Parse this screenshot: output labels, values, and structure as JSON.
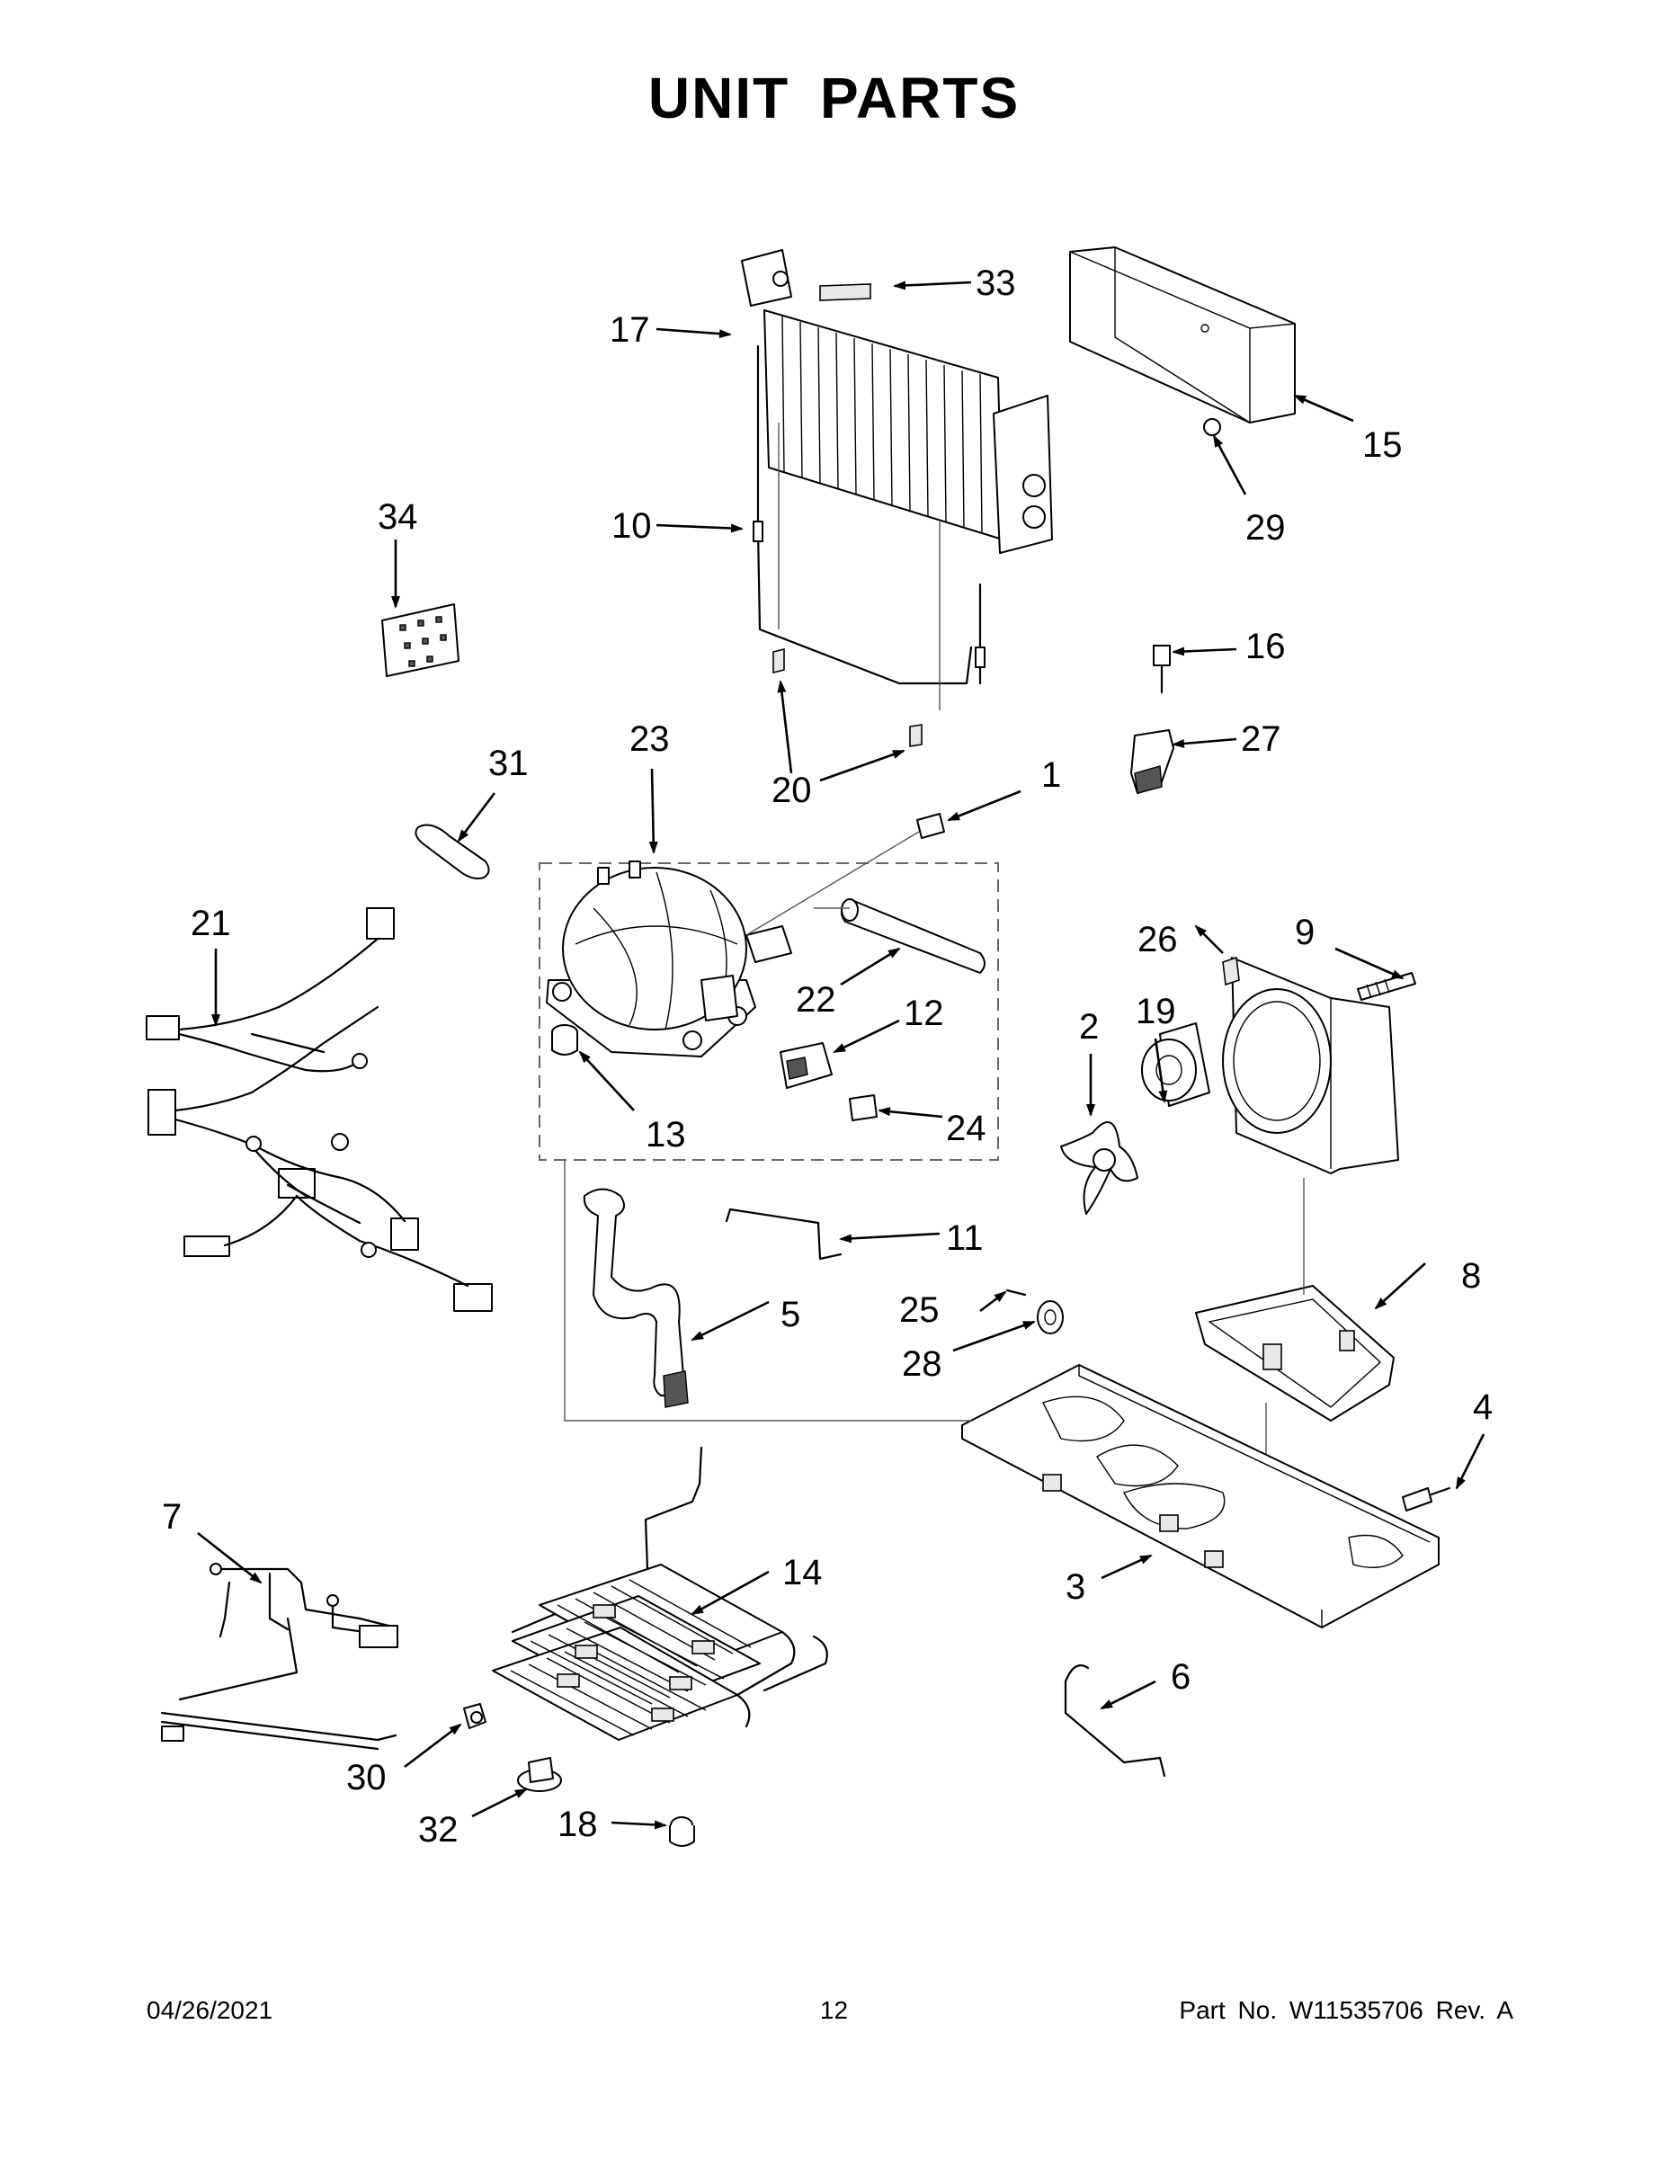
{
  "title": "UNIT  PARTS",
  "callouts": {
    "c1": "1",
    "c2": "2",
    "c3": "3",
    "c4": "4",
    "c5": "5",
    "c6": "6",
    "c7": "7",
    "c8": "8",
    "c9": "9",
    "c10": "10",
    "c11": "11",
    "c12": "12",
    "c13": "13",
    "c14": "14",
    "c15": "15",
    "c16": "16",
    "c17": "17",
    "c18": "18",
    "c19": "19",
    "c20": "20",
    "c21": "21",
    "c22": "22",
    "c23": "23",
    "c24": "24",
    "c25": "25",
    "c26": "26",
    "c27": "27",
    "c28": "28",
    "c29": "29",
    "c30": "30",
    "c31": "31",
    "c32": "32",
    "c33": "33",
    "c34": "34"
  },
  "footer": {
    "date": "04/26/2021",
    "page": "12",
    "part": "Part No.  W11535706  Rev.  A"
  }
}
